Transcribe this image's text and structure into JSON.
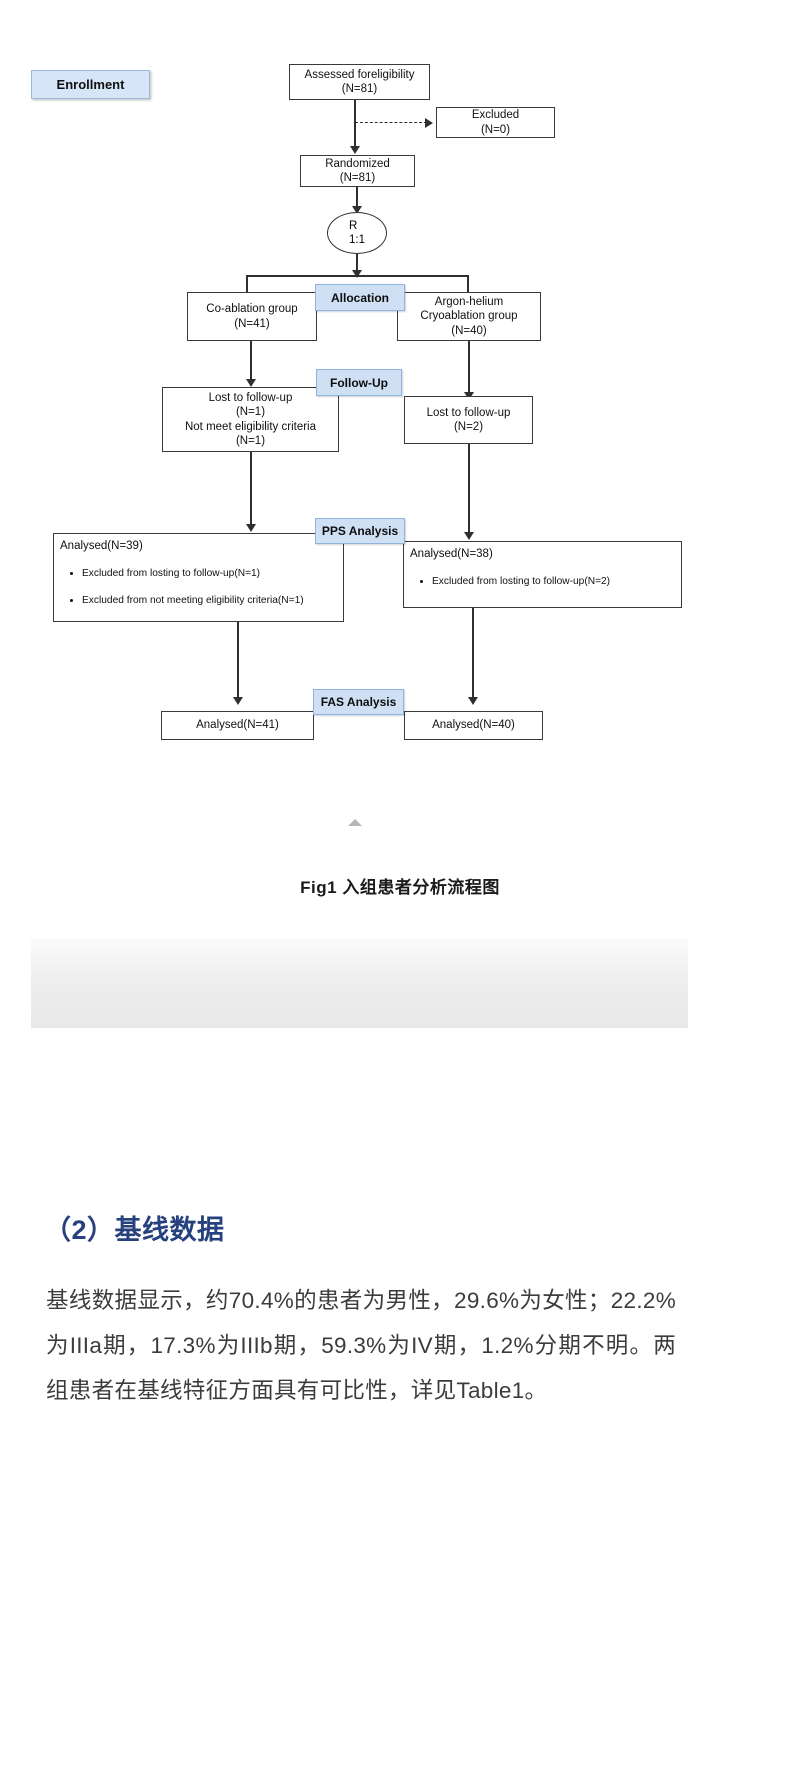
{
  "figure": {
    "enrollment_badge": "Enrollment",
    "stages": [
      {
        "id": "allocation",
        "label": "Allocation"
      },
      {
        "id": "followup",
        "label": "Follow-Up"
      },
      {
        "id": "pps",
        "label": "PPS Analysis"
      },
      {
        "id": "fas",
        "label": "FAS Analysis"
      }
    ],
    "nodes": {
      "assessed": "Assessed foreligibility\n(N=81)",
      "excluded": "Excluded\n(N=0)",
      "randomized": "Randomized\n(N=81)",
      "randomize_ratio": "R\n1:1",
      "group_left": "Co-ablation group\n(N=41)",
      "group_right": "Argon-helium\nCryoablation group\n(N=40)",
      "followup_left": "Lost to follow-up\n(N=1)\nNot meet eligibility criteria\n(N=1)",
      "followup_right": "Lost to follow-up\n(N=2)",
      "pps_left_title": "Analysed(N=39)",
      "pps_left_bullets": [
        "Excluded from losting to follow-up(N=1)",
        "Excluded from not meeting eligibility criteria(N=1)"
      ],
      "pps_right_title": "Analysed(N=38)",
      "pps_right_bullets": [
        "Excluded from losting to follow-up(N=2)"
      ],
      "fas_left": "Analysed(N=41)",
      "fas_right": "Analysed(N=40)"
    },
    "caption": "Fig1 入组患者分析流程图"
  },
  "article": {
    "section_heading": "（2）基线数据",
    "paragraph": "基线数据显示，约70.4%的患者为男性，29.6%为女性；22.2%为IIIa期，17.3%为IIIb期，59.3%为IV期，1.2%分期不明。两组患者在基线特征方面具有可比性，详见Table1。"
  },
  "colors": {
    "stage_fill": "#cfe0f5",
    "stage_border": "#8fb4dd",
    "node_border": "#3a3a3a",
    "heading_blue": "#27417e",
    "body_text": "#3c3c3c"
  },
  "icons": {
    "collapse": "collapse-caret-icon"
  }
}
